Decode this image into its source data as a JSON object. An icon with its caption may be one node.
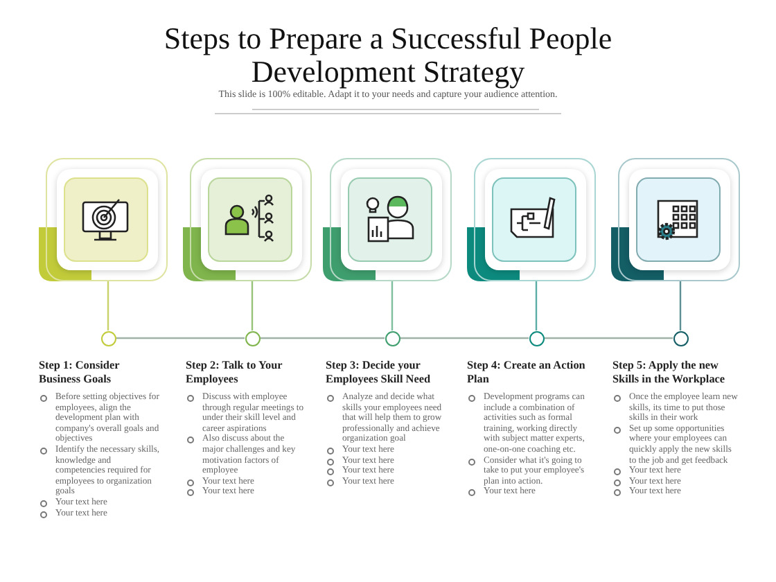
{
  "diagram": {
    "title": "Steps to Prepare a Successful People Development Strategy",
    "caption": "This slide is 100% editable. Adapt it to your needs and capture your audience attention.",
    "nodes": [
      {
        "text": [],
        "shape": "box"
      },
      {
        "text": [],
        "shape": "box"
      },
      {
        "text": [],
        "shape": "box"
      },
      {
        "text": [],
        "shape": "box"
      },
      {
        "text": [],
        "shape": "box"
      },
      {
        "text": [],
        "shape": "circle"
      },
      {
        "text": [],
        "shape": "circle"
      },
      {
        "text": [],
        "shape": "circle"
      },
      {
        "text": [],
        "shape": "circle"
      },
      {
        "text": [],
        "shape": "circle"
      }
    ],
    "edges": [
      {
        "from": 0,
        "to": 5,
        "arrow": "none",
        "color": "#c9d36a"
      },
      {
        "from": 1,
        "to": 6,
        "arrow": "none",
        "color": "#98c47a"
      },
      {
        "from": 2,
        "to": 7,
        "arrow": "none",
        "color": "#7fbfa0"
      },
      {
        "from": 3,
        "to": 8,
        "arrow": "none",
        "color": "#5aaea6"
      },
      {
        "from": 4,
        "to": 9,
        "arrow": "none",
        "color": "#5d8f95"
      },
      {
        "from": 5,
        "to": 6,
        "arrow": "none"
      },
      {
        "from": 6,
        "to": 7,
        "arrow": "none"
      },
      {
        "from": 7,
        "to": 8,
        "arrow": "none"
      },
      {
        "from": 8,
        "to": 9,
        "arrow": "none"
      }
    ],
    "labels": [
      "Step 1: Consider Business Goals",
      "Before setting objectives for employees, align the development plan with company's overall goals and objectives",
      "Identify the necessary skills, knowledge and competencies required for employees to organization goals",
      "Your text here",
      "Your text here",
      "Step 2: Talk to Your Employees",
      "Discuss with employee through regular meetings to under their skill level and career aspirations",
      "Also discuss about the major challenges and key motivation factors of employee",
      "Your text here",
      "Your text here",
      "Step 3: Decide your Employees Skill Need",
      "Analyze and decide what skills your employees need that will help them to grow professionally and achieve organization goal",
      "Your text here",
      "Your text here",
      "Your text here",
      "Your text here",
      "Step 4: Create an Action Plan",
      "Development programs can include a combination of activities such as formal training, working directly with subject matter experts, one-on-one coaching etc.",
      "Consider what it's going to take to put your employee's plan into action.",
      "Your text here",
      "Step 5: Apply the new Skills in the Workplace",
      "Once the employee learn new skills, its time to put those skills in their work",
      "Set up some opportunities where your employees can quickly apply the new skills to the job and get feedback",
      "Your text here",
      "Your text here",
      "Your text here"
    ]
  }
}
